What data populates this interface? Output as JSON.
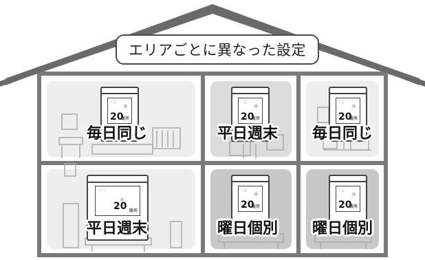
{
  "title": "エリアごとに異なった設定",
  "rooms": [
    {
      "label": "毎日同じ",
      "temp": "20",
      "mode": "暖房"
    },
    {
      "label": "平日週末",
      "temp": "20",
      "mode": "暖房"
    },
    {
      "label": "毎日同じ",
      "temp": "20",
      "mode": "暖房"
    },
    {
      "label": "平日週末",
      "temp": "20",
      "mode": "暖房"
    },
    {
      "label": "曜日個別",
      "temp": "20",
      "mode": "暖房"
    },
    {
      "label": "曜日個別",
      "temp": "20",
      "mode": "暖房"
    }
  ],
  "colors": {
    "outline": "#555555",
    "roof": "#666666",
    "room_light": "#eeeeee",
    "room_mid": "#dcdcdc",
    "room_dark": "#c8c8c8"
  }
}
